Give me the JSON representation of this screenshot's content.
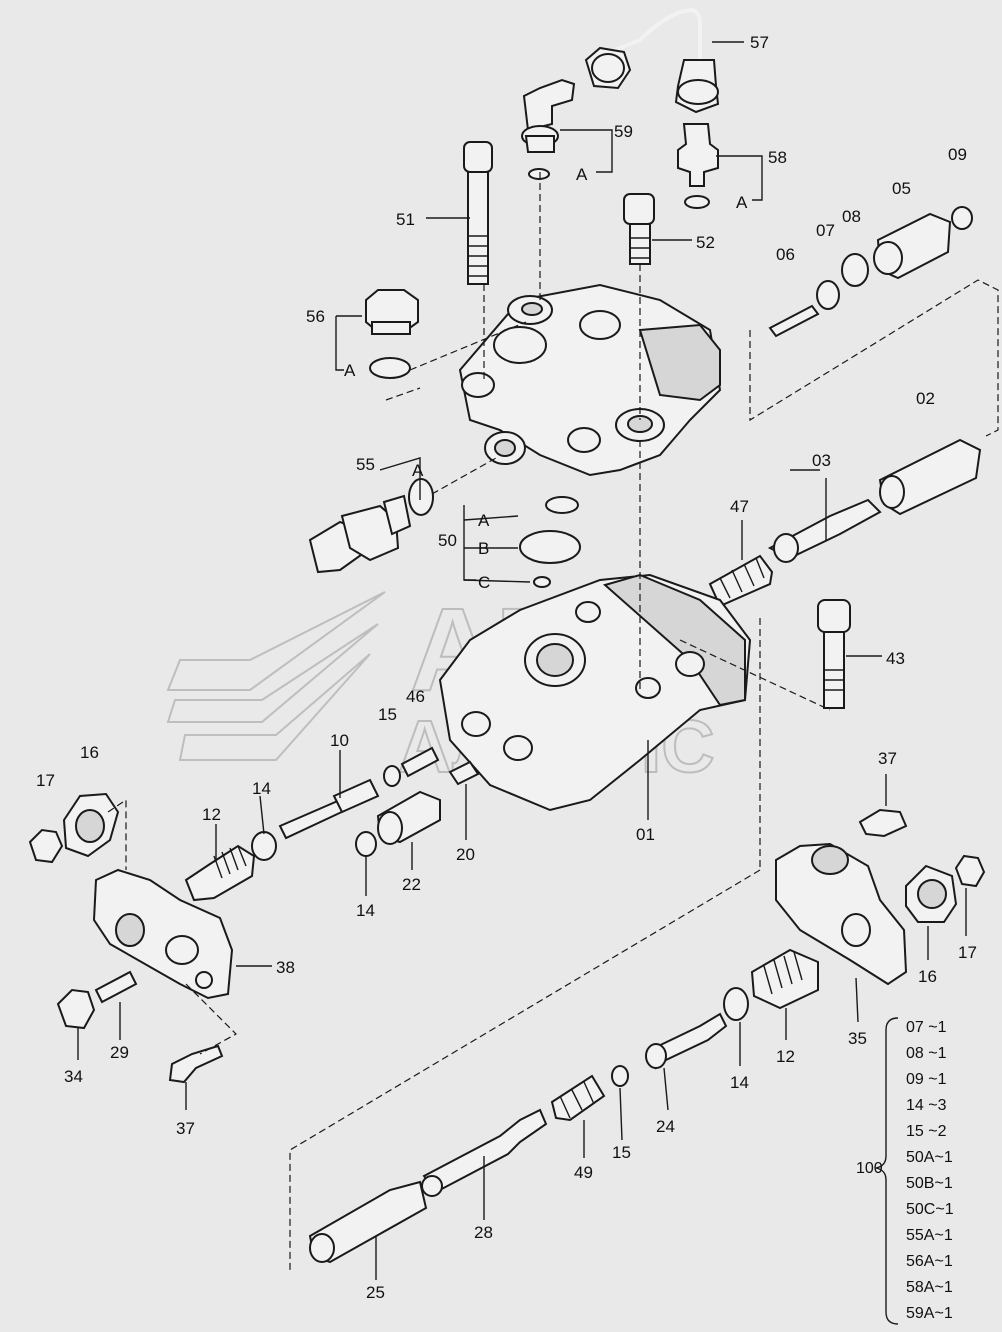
{
  "labels": {
    "p57": "57",
    "p59": "59",
    "p58": "58",
    "p09": "09",
    "p05": "05",
    "p08": "08",
    "p07": "07",
    "p06": "06",
    "p51": "51",
    "p52": "52",
    "p56": "56",
    "p02": "02",
    "p03": "03",
    "p47": "47",
    "p55": "55",
    "p50": "50",
    "p43": "43",
    "p46": "46",
    "p15a": "15",
    "p10": "10",
    "p16a": "16",
    "p17a": "17",
    "p14a": "14",
    "p12a": "12",
    "p14b": "14",
    "p22": "22",
    "p20": "20",
    "p01": "01",
    "p37a": "37",
    "p16b": "16",
    "p17b": "17",
    "p38": "38",
    "p29": "29",
    "p34": "34",
    "p37b": "37",
    "p35": "35",
    "p12b": "12",
    "p14c": "14",
    "p24": "24",
    "p15b": "15",
    "p49": "49",
    "p28": "28",
    "p25": "25"
  },
  "refs": {
    "a59": "A",
    "a58": "A",
    "a56": "A",
    "a55": "A",
    "a50": "A",
    "b50": "B",
    "c50": "C"
  },
  "kit": {
    "number": "100",
    "items": [
      "07  ~1",
      "08  ~1",
      "09  ~1",
      "14  ~3",
      "15  ~2",
      "50A~1",
      "50B~1",
      "50C~1",
      "55A~1",
      "56A~1",
      "58A~1",
      "59A~1"
    ]
  },
  "watermark": {
    "line1": "АВТО",
    "line2": "АЛЬЯНС"
  }
}
